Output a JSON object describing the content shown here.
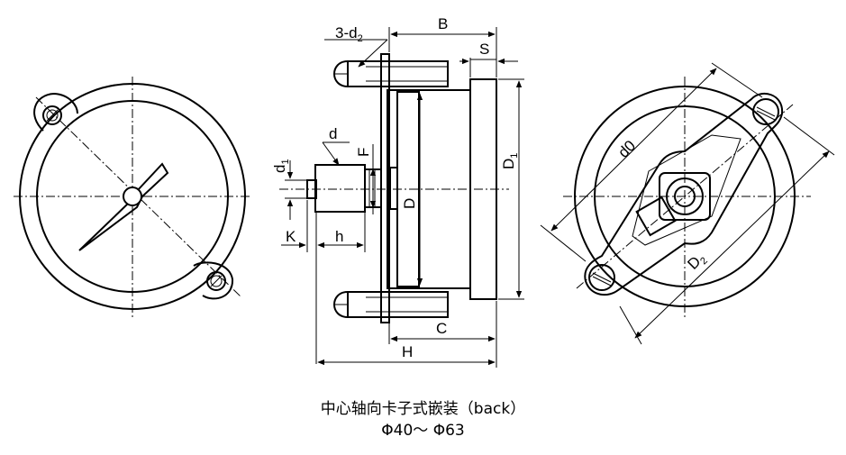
{
  "labels": {
    "three_d2_prefix": "3-d",
    "three_d2_sub": "2",
    "B": "B",
    "S": "S",
    "d": "d",
    "d1_main": "d",
    "d1_sub": "1",
    "F": "F",
    "D": "D",
    "D1_main": "D",
    "D1_sub": "1",
    "K": "K",
    "h": "h",
    "C": "C",
    "H": "H",
    "d0": "d0",
    "D2_main": "D",
    "D2_sub": "2"
  },
  "caption": {
    "line1": "中心轴向卡子式嵌装（back）",
    "line2": "Φ40～ Φ63"
  }
}
